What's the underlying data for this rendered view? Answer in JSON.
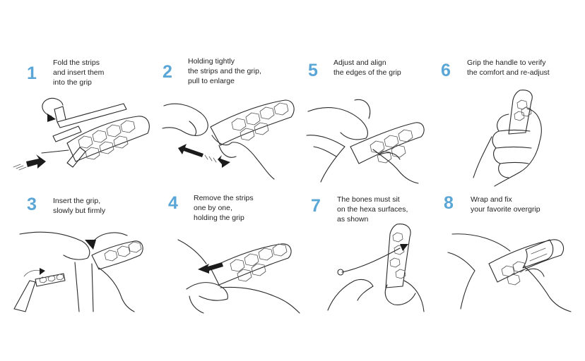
{
  "colors": {
    "step_number": "#5aa6d6",
    "caption_text": "#222222",
    "line_art": "#2a2a2a",
    "background": "#ffffff"
  },
  "steps": [
    {
      "number": "1",
      "lines": [
        "Fold the strips",
        "and insert them",
        "into the grip"
      ]
    },
    {
      "number": "2",
      "lines": [
        "Holding tightly",
        "the strips and the grip,",
        "pull to enlarge"
      ]
    },
    {
      "number": "5",
      "lines": [
        "Adjust and align",
        "the edges of the grip"
      ]
    },
    {
      "number": "6",
      "lines": [
        "Grip the handle to verify",
        "the comfort and re-adjust"
      ]
    },
    {
      "number": "3",
      "lines": [
        "Insert the grip,",
        "slowly but firmly"
      ]
    },
    {
      "number": "4",
      "lines": [
        "Remove the strips",
        "one by one,",
        "holding the grip"
      ]
    },
    {
      "number": "7",
      "lines": [
        "The bones must sit",
        "on the hexa surfaces,",
        "as shown"
      ]
    },
    {
      "number": "8",
      "lines": [
        "Wrap and fix",
        "your favorite overgrip"
      ]
    }
  ]
}
